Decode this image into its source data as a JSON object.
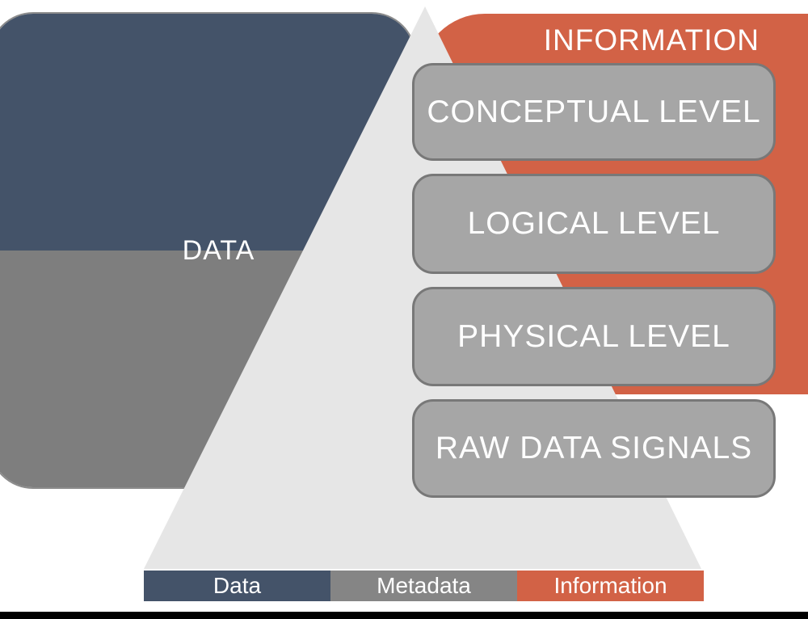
{
  "diagram": {
    "title_blocks": {
      "data": {
        "label": "DATA"
      },
      "information": {
        "label": "INFORMATION"
      }
    },
    "levels": [
      {
        "label": "CONCEPTUAL LEVEL"
      },
      {
        "label": "LOGICAL LEVEL"
      },
      {
        "label": "PHYSICAL LEVEL"
      },
      {
        "label": "RAW DATA SIGNALS"
      }
    ],
    "legend": [
      {
        "label": "Data",
        "color": "#445369"
      },
      {
        "label": "Metadata",
        "color": "#858585"
      },
      {
        "label": "Information",
        "color": "#D26246"
      }
    ],
    "colors": {
      "data_block_top": "#445369",
      "data_block_bottom": "#7E7E7E",
      "information_block": "#D26246",
      "pyramid_triangle": "#E6E6E6",
      "level_box_fill": "#A6A6A6",
      "level_box_border": "#787878",
      "footer_bar": "#000000",
      "text": "#FFFFFF"
    }
  }
}
